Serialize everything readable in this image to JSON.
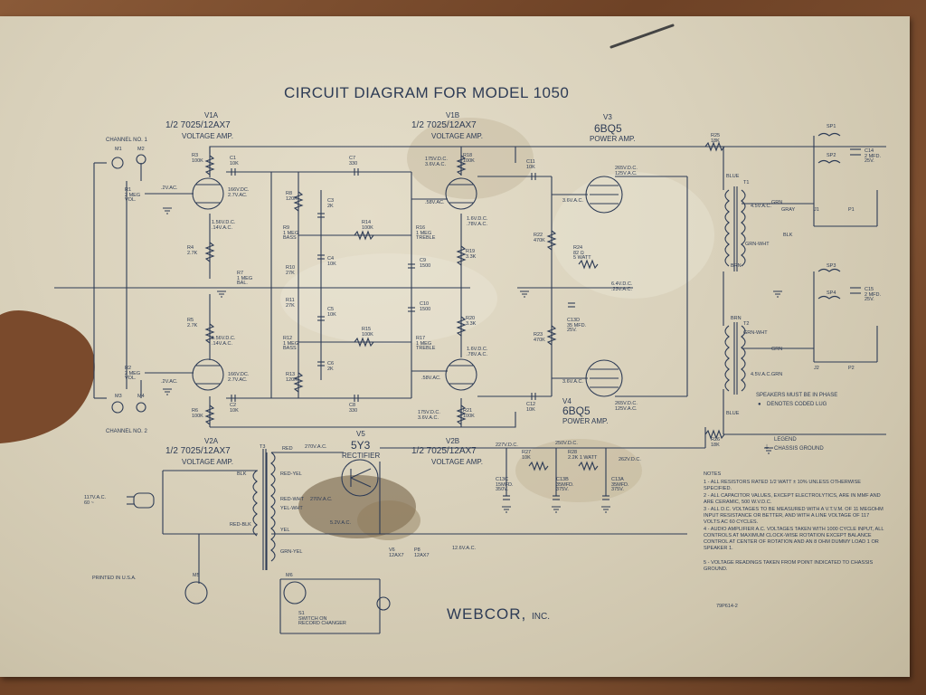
{
  "title": "CIRCUIT DIAGRAM FOR MODEL 1050",
  "tubes": {
    "v1a": {
      "ref": "V1A",
      "type": "1/2 7025/12AX7",
      "function": "VOLTAGE AMP."
    },
    "v1b": {
      "ref": "V1B",
      "type": "1/2 7025/12AX7",
      "function": "VOLTAGE AMP."
    },
    "v2a": {
      "ref": "V2A",
      "type": "1/2 7025/12AX7",
      "function": "VOLTAGE AMP."
    },
    "v2b": {
      "ref": "V2B",
      "type": "1/2 7025/12AX7",
      "function": "VOLTAGE AMP."
    },
    "v3": {
      "ref": "V3",
      "type": "6BQ5",
      "function": "POWER AMP."
    },
    "v4": {
      "ref": "V4",
      "type": "6BQ5",
      "function": "POWER AMP."
    },
    "v5": {
      "ref": "V5",
      "type": "5Y3",
      "function": "RECTIFIER"
    }
  },
  "channels": {
    "ch1": "CHANNEL NO. 1",
    "ch2": "CHANNEL NO. 2"
  },
  "components": {
    "r1": "R1\n2 MEG\nVOL.",
    "r2": "R2\n2 MEG\nVOL.",
    "r3": "R3\n100K",
    "r4": "R4\n2.7K",
    "r5": "R5\n2.7K",
    "r6": "R6\n100K",
    "r7": "R7\n1 MEG\nBAL.",
    "r8": "R8\n120K",
    "r9": "R9\n1 MEG\nBASS",
    "r10": "R10\n27K",
    "r11": "R11\n27K",
    "r12": "R12\n1 MEG\nBASS",
    "r13": "R13\n120K",
    "r14": "R14\n100K",
    "r15": "R15\n100K",
    "r16": "R16\n1 MEG\nTREBLE",
    "r17": "R17\n1 MEG\nTREBLE",
    "r18": "R18\n100K",
    "r19": "R19\n3.3K",
    "r20": "R20\n3.3K",
    "r21": "R21\n100K",
    "r22": "R22\n470K",
    "r23": "R23\n470K",
    "r24": "R24\n82 Ω\n5 WATT",
    "r25": "R25\n18K",
    "r26": "R26\n18K",
    "r27": "R27\n10K",
    "r28": "R28\n2.2K 1 WATT",
    "c1": "C1\n10K",
    "c2": "C2\n10K",
    "c3": "C3\n2K",
    "c4": "C4\n10K",
    "c5": "C5\n10K",
    "c6": "C6\n2K",
    "c7": "C7\n330",
    "c8": "C8\n330",
    "c9": "C9\n1500",
    "c10": "C10\n1500",
    "c11": "C11\n10K",
    "c12": "C12\n10K",
    "c13a": "C13A\n35MFD.\n375V.",
    "c13b": "C13B\n35MFD.\n375V.",
    "c13c": "C13C\n15MFD.\n350V.",
    "c13d": "C13D\n35 MFD.\n25V.",
    "c14": "C14\n2 MFD.\n25V.",
    "c15": "C15\n2 MFD.\n25V.",
    "t1": "T1",
    "t2": "T2",
    "t3": "T3",
    "j1": "J1",
    "j2": "J2",
    "p1": "P1",
    "p2": "P2",
    "sp1": "SP1",
    "sp2": "SP2",
    "sp3": "SP3",
    "sp4": "SP4",
    "m1": "M1",
    "m2": "M2",
    "m3": "M3",
    "m4": "M4",
    "m5": "M5",
    "m6": "M6",
    "s1": "S1\nSWITCH ON\nRECORD CHANGER",
    "v6": "V6\n12AX7",
    "p8": "P8\n12AX7"
  },
  "voltages": {
    "v1a_plate": "166V.DC.\n2.7V.AC.",
    "v1a_cath": "1.56V.D.C.\n.14V.A.C.",
    "v1a_grid": ".2V.AC.",
    "v2a_plate": "166V.DC.\n2.7V.AC.",
    "v2a_cath": "1.56V.D.C.\n.14V.A.C.",
    "v2a_grid": ".2V.AC.",
    "v1b_plate": "175V.D.C.\n3.6V.A.C.",
    "v1b_grid": ".58V.AC.",
    "v1b_cath": "1.6V.D.C.\n.78V.A.C.",
    "v2b_plate": "175V.D.C.\n3.6V.A.C.",
    "v2b_grid": ".58V.AC.",
    "v2b_cath": "1.6V.D.C.\n.78V.A.C.",
    "v3_plate": "265V.D.C.\n125V.A.C.",
    "v3_grid": "3.6V.A.C.",
    "v4_plate": "265V.D.C.\n125V.A.C.",
    "v4_grid": "3.6V.A.C.",
    "v_cathode": "6.4V.D.C.\n.23V.A.C.",
    "b1": "227V.D.C.",
    "b2": "250V.D.C.",
    "b3": "262V.D.C.",
    "rect": "270V.A.C.",
    "rect2": "270V.A.C.",
    "fil": "5.2V.A.C.",
    "fil2": "12.6V.A.C.",
    "out1": "4.5V.A.C.",
    "out2": "4.5V.A.C.",
    "mains": "117V.A.C.\n60 ~"
  },
  "wires": {
    "red": "RED",
    "red_yel": "RED-YEL",
    "red_wht": "RED-WHT",
    "yel_wht": "YEL-WHT",
    "yel": "YEL",
    "grn_yel": "GRN-YEL",
    "blk": "BLK",
    "red_blk": "RED-BLK",
    "blue": "BLUE",
    "grn": "GRN",
    "gray": "GRAY",
    "grn_wht": "GRN-WHT",
    "brn": "BRN",
    "grn_wht2": "GRN-WHT",
    "brn2": "BRN",
    "blue2": "BLUE",
    "blk2": "BLK",
    "grn2": "GRN",
    "grn3": "GRN"
  },
  "legend": {
    "phase": "SPEAKERS MUST BE IN PHASE",
    "coded": "DENOTES CODED LUG",
    "title": "LEGEND",
    "ground": "CHASSIS GROUND"
  },
  "notes": {
    "heading": "NOTES",
    "items": [
      "1 - ALL RESISTORS RATED 1/2 WATT ± 10% UNLESS OTHERWISE SPECIFIED.",
      "2 - ALL CAPACITOR VALUES, EXCEPT ELECTROLYTICS, ARE IN MMF AND ARE CERAMIC, 500 W.V.D.C.",
      "3 - ALL D.C. VOLTAGES TO BE MEASURED WITH A V.T.V.M. OF 11 MEGOHM INPUT RESISTANCE OR BETTER, AND WITH A LINE VOLTAGE OF 117 VOLTS AC 60 CYCLES.",
      "4 - AUDIO AMPLIFIER A.C. VOLTAGES TAKEN WITH 1000 CYCLE INPUT, ALL CONTROLS AT MAXIMUM CLOCK-WISE ROTATION EXCEPT BALANCE CONTROL AT CENTER OF ROTATION AND AN 8 OHM DUMMY LOAD 1 OR SPEAKER 1.",
      "5 - VOLTAGE READINGS TAKEN FROM POINT INDICATED TO CHASSIS GROUND."
    ]
  },
  "printed": "PRINTED IN U.S.A.",
  "maker": "WEBCOR,",
  "maker_suffix": "INC.",
  "part_no": "79P614-2"
}
